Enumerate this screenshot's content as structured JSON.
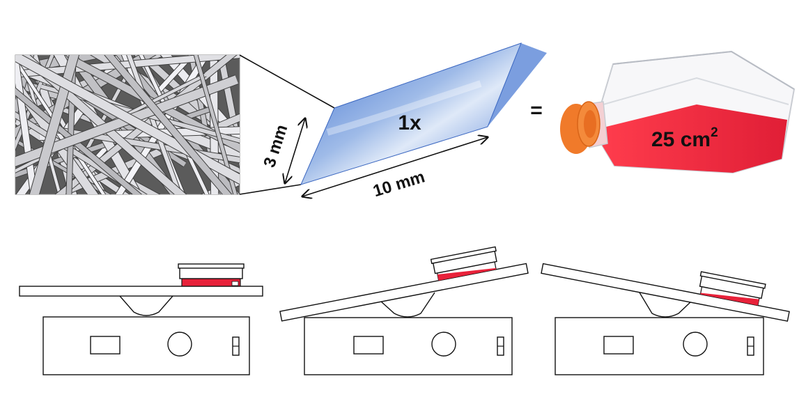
{
  "labels": {
    "thickness": "3 mm",
    "length": "10 mm",
    "count": "1x",
    "equals": "=",
    "area_value": "25 cm",
    "area_exp": "2"
  },
  "colors": {
    "membrane_blue": "#4f7fd6",
    "medium_red": "#e8223a",
    "cap_orange": "#f07a2a",
    "fiber_gray": "#c9c9c9",
    "outline": "#222222"
  },
  "icons": {
    "fiber_micrograph": "fiber-mesh-image",
    "membrane": "folded-membrane-sheet",
    "flask": "culture-flask",
    "shaker": "rocking-platform-shaker"
  },
  "shaker_states": [
    "level",
    "tilted-up-right",
    "tilted-down-right"
  ]
}
